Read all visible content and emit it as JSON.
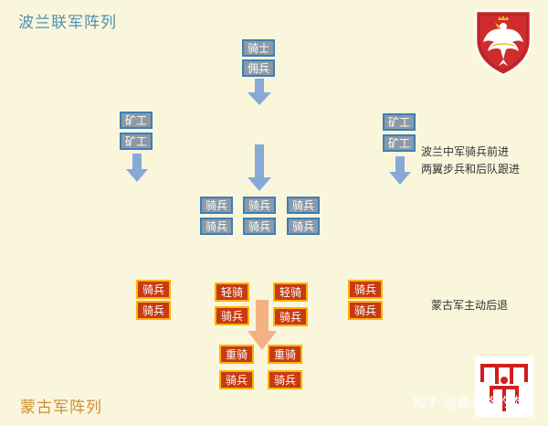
{
  "poland_title": "波兰联军阵列",
  "mongol_title": "蒙古军阵列",
  "poland": {
    "top": [
      "骑士",
      "佣兵"
    ],
    "left_flank": [
      "矿工",
      "矿工"
    ],
    "right_flank": [
      "矿工",
      "矿工"
    ],
    "center_row1": [
      "骑兵",
      "骑兵",
      "骑兵"
    ],
    "center_row2": [
      "骑兵",
      "骑兵",
      "骑兵"
    ]
  },
  "poland_note": [
    "波兰中军骑兵前进",
    "两翼步兵和后队跟进"
  ],
  "mongol": {
    "left": [
      "骑兵",
      "骑兵"
    ],
    "center_left": [
      "轻骑",
      "骑兵"
    ],
    "center_right": [
      "轻骑",
      "骑兵"
    ],
    "right": [
      "骑兵",
      "骑兵"
    ],
    "rear_row1": [
      "重骑",
      "重骑"
    ],
    "rear_row2": [
      "骑兵",
      "骑兵"
    ]
  },
  "mongol_note": "蒙古军主动后退",
  "watermark": "知乎 @会走路的肉",
  "colors": {
    "background": "#faf6dc",
    "polish_unit_fill": "#8c9aa6",
    "polish_unit_border": "#3d7fb5",
    "mongol_unit_fill": "#c83a12",
    "mongol_unit_border": "#ffb300",
    "blue_arrow": "#86a9d8",
    "orange_arrow": "#f4b183"
  },
  "icons": [
    "polish-eagle-coat-of-arms",
    "mongol-tamga-icon"
  ]
}
